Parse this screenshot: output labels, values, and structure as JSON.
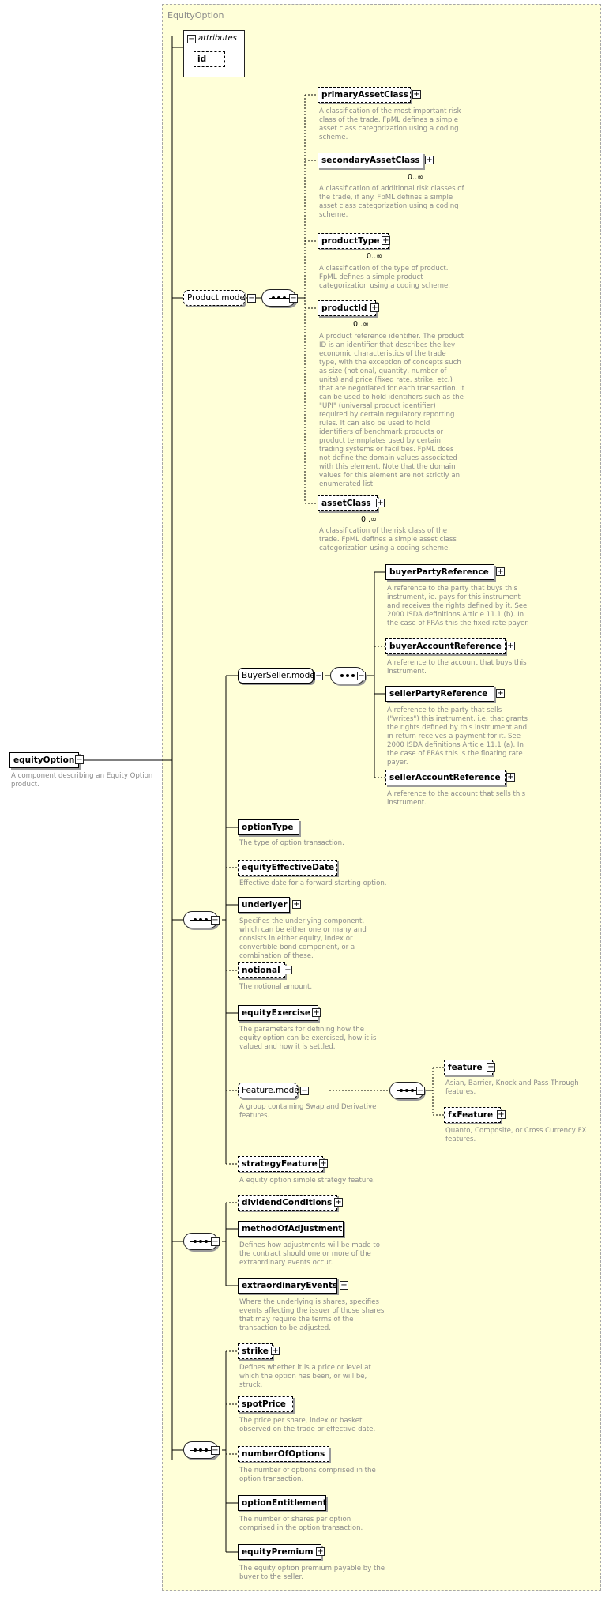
{
  "frame": {
    "title": "EquityOption"
  },
  "root": {
    "label": "equityOption",
    "desc": "A component describing an Equity Option product."
  },
  "attributes": {
    "header": "attributes",
    "items": [
      {
        "label": "id"
      }
    ]
  },
  "groups": {
    "product_model": "Product.model",
    "buyer_seller_model": "BuyerSeller.model",
    "feature_model": "Feature.model"
  },
  "elements": {
    "primaryAssetClass": {
      "label": "primaryAssetClass",
      "desc": "A classification of the most important risk class of the trade. FpML defines a simple asset class categorization using a coding scheme."
    },
    "secondaryAssetClass": {
      "label": "secondaryAssetClass",
      "card": "0..∞",
      "desc": "A classification of additional risk classes of the trade, if any. FpML defines a simple asset class categorization using a coding scheme."
    },
    "productType": {
      "label": "productType",
      "card": "0..∞",
      "desc": "A classification of the type of product. FpML defines a simple product categorization using a coding scheme."
    },
    "productId": {
      "label": "productId",
      "card": "0..∞",
      "desc": "A product reference identifier. The product ID is an identifier that describes the key economic characteristics of the trade type, with the exception of concepts such as size (notional, quantity, number of units) and price (fixed rate, strike, etc.) that are negotiated for each transaction. It can be used to hold identifiers such as the \"UPI\" (universal product identifier) required by certain regulatory reporting rules. It can also be used to hold identifiers of benchmark products or product temnplates used by certain trading systems or facilities. FpML does not define the domain values associated with this element. Note that the domain values for this element are not strictly an enumerated list."
    },
    "assetClass": {
      "label": "assetClass",
      "card": "0..∞",
      "desc": "A classification of the risk class of the trade. FpML defines a simple asset class categorization using a coding scheme."
    },
    "buyerPartyReference": {
      "label": "buyerPartyReference",
      "desc": "A reference to the party that buys this instrument, ie. pays for this instrument and receives the rights defined by it. See 2000 ISDA definitions Article 11.1 (b). In the case of FRAs this the fixed rate payer."
    },
    "buyerAccountReference": {
      "label": "buyerAccountReference",
      "desc": "A reference to the account that buys this instrument."
    },
    "sellerPartyReference": {
      "label": "sellerPartyReference",
      "desc": "A reference to the party that sells (\"writes\") this instrument, i.e. that grants the rights defined by this instrument and in return receives a payment for it. See 2000 ISDA definitions Article 11.1 (a). In the case of FRAs this is the floating rate payer."
    },
    "sellerAccountReference": {
      "label": "sellerAccountReference",
      "desc": "A reference to the account that sells this instrument."
    },
    "optionType": {
      "label": "optionType",
      "desc": "The type of option transaction."
    },
    "equityEffectiveDate": {
      "label": "equityEffectiveDate",
      "desc": "Effective date for a forward starting option."
    },
    "underlyer": {
      "label": "underlyer",
      "desc": "Specifies the underlying component, which can be either one or many and consists in either equity, index or convertible bond component, or a combination of these."
    },
    "notional": {
      "label": "notional",
      "desc": "The notional amount."
    },
    "equityExercise": {
      "label": "equityExercise",
      "desc": "The parameters for defining how the equity option can be exercised, how it is valued and how it is settled."
    },
    "featureModel": {
      "desc": "A group containing Swap and Derivative features."
    },
    "feature": {
      "label": "feature",
      "desc": "Asian, Barrier, Knock and Pass Through features."
    },
    "fxFeature": {
      "label": "fxFeature",
      "desc": "Quanto, Composite, or Cross Currency FX features."
    },
    "strategyFeature": {
      "label": "strategyFeature",
      "desc": "A equity option simple strategy feature."
    },
    "dividendConditions": {
      "label": "dividendConditions"
    },
    "methodOfAdjustment": {
      "label": "methodOfAdjustment",
      "desc": "Defines how adjustments will be made to the contract should one or more of the extraordinary events occur."
    },
    "extraordinaryEvents": {
      "label": "extraordinaryEvents",
      "desc": "Where the underlying is shares, specifies events affecting the issuer of those shares that may require the terms of the transaction to be adjusted."
    },
    "strike": {
      "label": "strike",
      "desc": "Defines whether it is a price or level at which the option has been, or will be, struck."
    },
    "spotPrice": {
      "label": "spotPrice",
      "desc": "The price per share, index or basket observed on the trade or effective date."
    },
    "numberOfOptions": {
      "label": "numberOfOptions",
      "desc": "The number of options comprised in the option transaction."
    },
    "optionEntitlement": {
      "label": "optionEntitlement",
      "desc": "The number of shares per option comprised in the option transaction."
    },
    "equityPremium": {
      "label": "equityPremium",
      "desc": "The equity option premium payable by the buyer to the seller."
    }
  }
}
